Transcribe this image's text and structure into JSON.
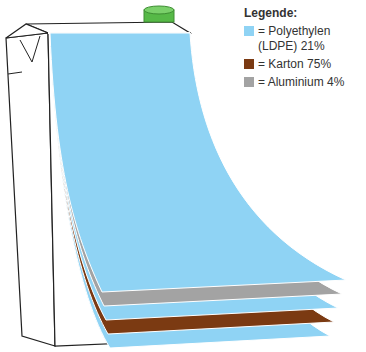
{
  "diagram": {
    "labels": [
      "Legende:"
    ],
    "legend": [
      {
        "text": "= Polyethylen (LDPE) 21%",
        "color": "#8fd3f4"
      },
      {
        "text": "= Karton 75%",
        "color": "#7b3a12"
      },
      {
        "text": "= Aluminium 4%",
        "color": "#a3a3a3"
      }
    ]
  }
}
